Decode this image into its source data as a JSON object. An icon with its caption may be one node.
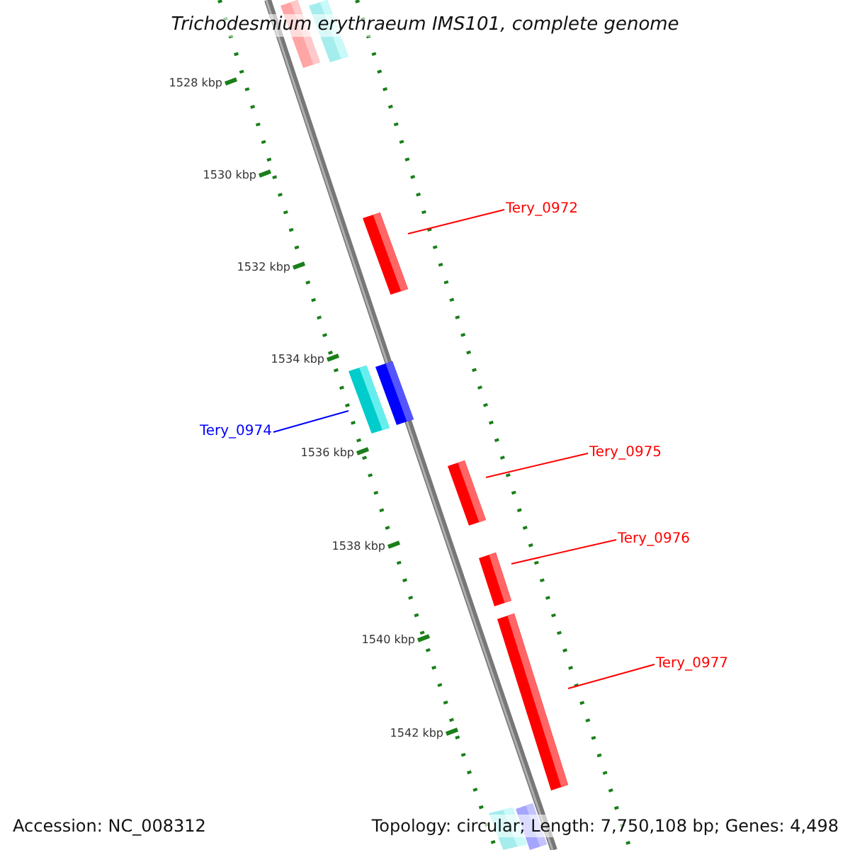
{
  "diagram": {
    "title": "Trichodesmium erythraeum IMS101, complete genome",
    "nodes": [
      {
        "text": [],
        "shape": "bar"
      },
      {
        "text": [],
        "shape": "bar"
      },
      {
        "text": [
          "Tery_0972"
        ]
      },
      {
        "text": [],
        "shape": "bar"
      },
      {
        "text": [],
        "shape": "bar"
      },
      {
        "text": [],
        "shape": "bar"
      },
      {
        "text": [
          "Tery_0974"
        ]
      },
      {
        "text": [
          "Tery_0975"
        ]
      },
      {
        "text": [],
        "shape": "bar"
      },
      {
        "text": [
          "Tery_0976"
        ]
      },
      {
        "text": [],
        "shape": "bar"
      },
      {
        "text": [],
        "shape": "bar"
      },
      {
        "text": [
          "Tery_0977"
        ]
      },
      {
        "text": [],
        "shape": "bar"
      },
      {
        "text": [],
        "shape": "bar"
      }
    ],
    "edges": [
      {
        "from": 2,
        "to": 3,
        "arrow": "none"
      },
      {
        "from": 6,
        "to": 4,
        "arrow": "none",
        "color": "#0000ff"
      },
      {
        "from": 7,
        "to": 8,
        "arrow": "none"
      },
      {
        "from": 9,
        "to": 10,
        "arrow": "none"
      },
      {
        "from": 12,
        "to": 11,
        "arrow": "none"
      }
    ],
    "labels": [
      "1528 kbp",
      "1530 kbp",
      "1532 kbp",
      "1534 kbp",
      "1536 kbp",
      "1538 kbp",
      "1540 kbp",
      "1542 kbp",
      "Accession: NC_008312",
      "Topology: circular; Length: 7,750,108 bp; Genes: 4,498"
    ]
  }
}
